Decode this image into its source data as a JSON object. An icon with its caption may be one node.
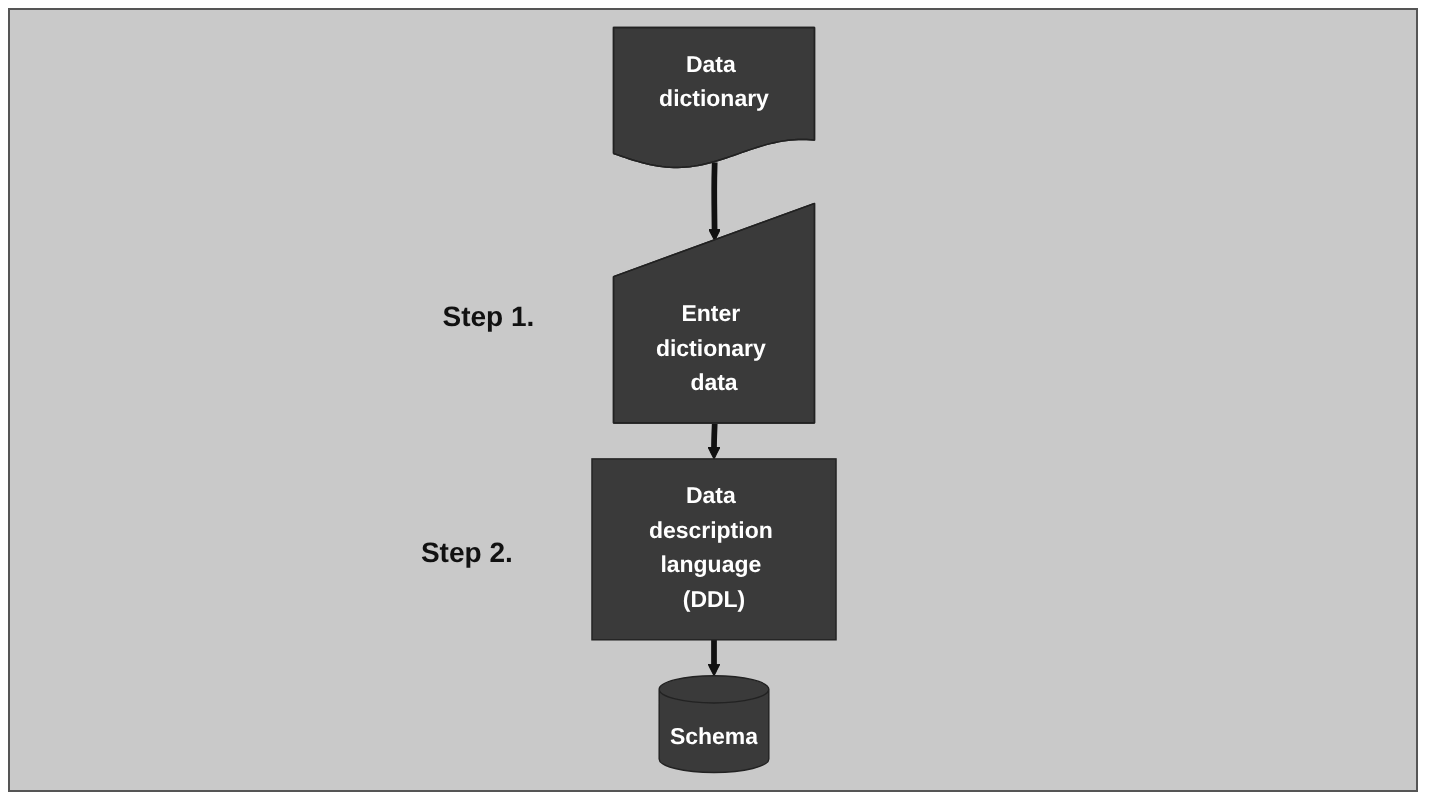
{
  "diagram": {
    "nodes": [
      {
        "text": [
          "Data dictionary"
        ]
      },
      {
        "text": [
          "Enter dictionary data"
        ],
        "beside": [
          "Step 1."
        ]
      },
      {
        "text": [
          "Data description language (DDL)"
        ],
        "beside": [
          "Step 2."
        ]
      },
      {
        "text": [
          "Schema"
        ]
      }
    ],
    "edges": [
      {
        "from": 0,
        "to": 1,
        "arrow": "to"
      },
      {
        "from": 1,
        "to": 2,
        "arrow": "to"
      },
      {
        "from": 2,
        "to": 3,
        "arrow": "to"
      }
    ]
  }
}
